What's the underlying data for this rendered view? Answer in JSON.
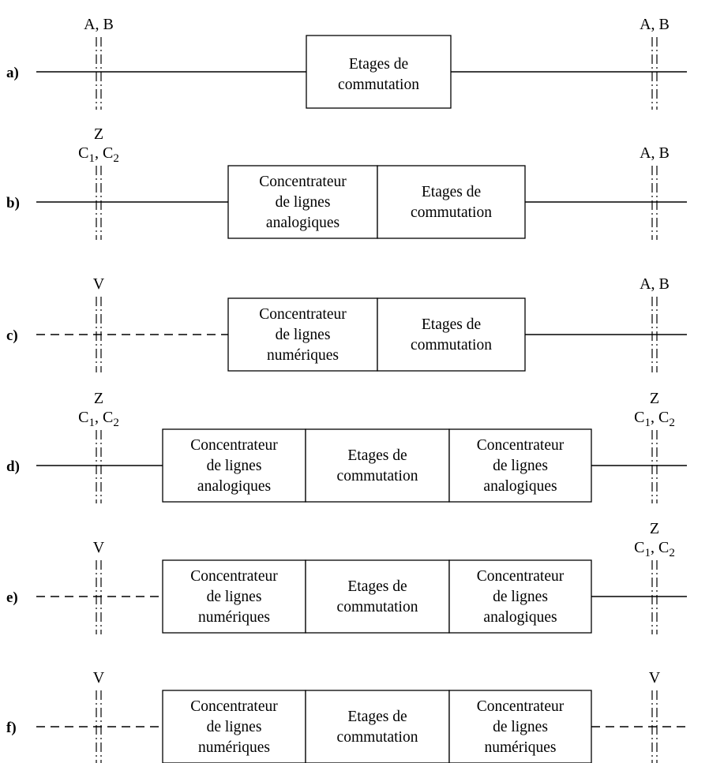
{
  "diagram": {
    "rows": [
      {
        "label": "a)",
        "left_interface": {
          "label_top": "",
          "label_main": "A, B",
          "line": "solid"
        },
        "right_interface": {
          "label_top": "",
          "label_main": "A, B",
          "line": "solid"
        },
        "blocks": [
          {
            "lines": [
              "Etages",
              "de",
              "commutation"
            ]
          }
        ]
      },
      {
        "label": "b)",
        "left_interface": {
          "label_top": "Z",
          "label_main": "C1, C2",
          "line": "solid"
        },
        "right_interface": {
          "label_top": "",
          "label_main": "A, B",
          "line": "solid"
        },
        "blocks": [
          {
            "lines": [
              "Concentrateur",
              "de lignes",
              "analogiques"
            ]
          },
          {
            "lines": [
              "Etages de",
              "commutation"
            ]
          }
        ]
      },
      {
        "label": "c)",
        "left_interface": {
          "label_top": "",
          "label_main": "V",
          "line": "dashed"
        },
        "right_interface": {
          "label_top": "",
          "label_main": "A, B",
          "line": "solid"
        },
        "blocks": [
          {
            "lines": [
              "Concentrateur",
              "de lignes",
              "numériques"
            ]
          },
          {
            "lines": [
              "Etages de",
              "commutation"
            ]
          }
        ]
      },
      {
        "label": "d)",
        "left_interface": {
          "label_top": "Z",
          "label_main": "C1, C2",
          "line": "solid"
        },
        "right_interface": {
          "label_top": "Z",
          "label_main": "C1, C2",
          "line": "solid"
        },
        "blocks": [
          {
            "lines": [
              "Concentrateur",
              "de lignes",
              "analogiques"
            ]
          },
          {
            "lines": [
              "Etages de",
              "commutation"
            ]
          },
          {
            "lines": [
              "Concentrateur",
              "de lignes",
              "analogiques"
            ]
          }
        ]
      },
      {
        "label": "e)",
        "left_interface": {
          "label_top": "",
          "label_main": "V",
          "line": "dashed"
        },
        "right_interface": {
          "label_top": "Z",
          "label_main": "C1, C2",
          "line": "solid"
        },
        "blocks": [
          {
            "lines": [
              "Concentrateur",
              "de lignes",
              "numériques"
            ]
          },
          {
            "lines": [
              "Etages de",
              "commutation"
            ]
          },
          {
            "lines": [
              "Concentrateur",
              "de lignes",
              "analogiques"
            ]
          }
        ]
      },
      {
        "label": "f)",
        "left_interface": {
          "label_top": "",
          "label_main": "V",
          "line": "dashed"
        },
        "right_interface": {
          "label_top": "",
          "label_main": "V",
          "line": "dashed"
        },
        "blocks": [
          {
            "lines": [
              "Concentrateur",
              "de lignes",
              "numériques"
            ]
          },
          {
            "lines": [
              "Etages de",
              "commutation"
            ]
          },
          {
            "lines": [
              "Concentrateur",
              "de lignes",
              "numériques"
            ]
          }
        ]
      }
    ]
  }
}
